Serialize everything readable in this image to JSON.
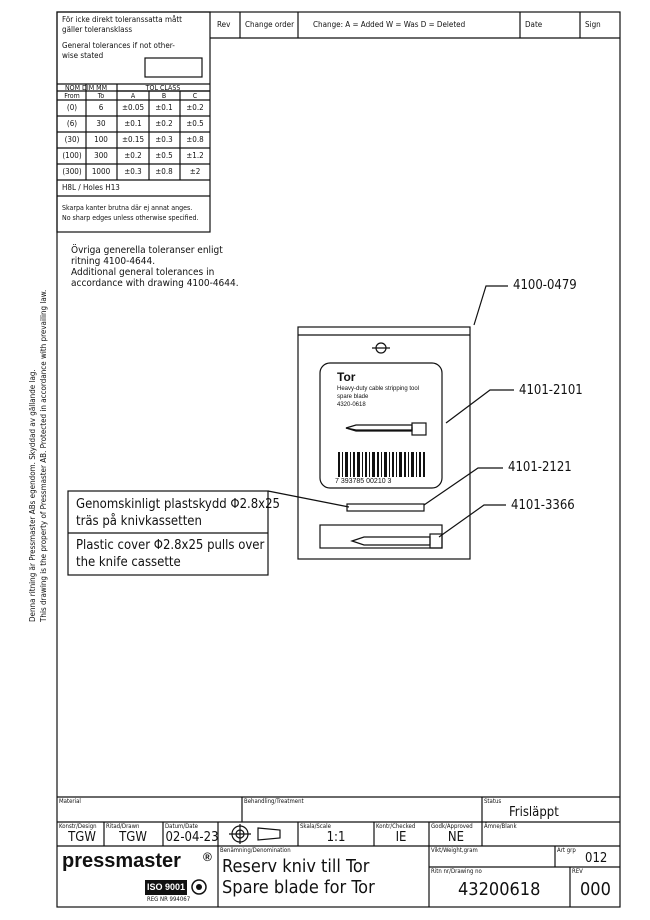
{
  "side_note": {
    "line1": "Denna ritning är Pressmaster ABs egendom. Skyddad av gällande lag.",
    "line2": "This drawing is the property of Pressmaster AB. Protected in accordance with prevailing law."
  },
  "tolerance_box": {
    "note_sv": [
      "För icke direkt toleranssatta mått",
      "gäller toleransklass"
    ],
    "note_en": [
      "General tolerances if not other-",
      "wise stated"
    ],
    "header_nom": "NOM DIM MM",
    "header_class": "TOL CLASS",
    "col_from": "From",
    "col_to": "To",
    "col_a": "A",
    "col_b": "B",
    "col_c": "C",
    "rows": [
      {
        "from": "(0)",
        "to": "6",
        "a": "±0.05",
        "b": "±0.1",
        "c": "±0.2"
      },
      {
        "from": "(6)",
        "to": "30",
        "a": "±0.1",
        "b": "±0.2",
        "c": "±0.5"
      },
      {
        "from": "(30)",
        "to": "100",
        "a": "±0.15",
        "b": "±0.3",
        "c": "±0.8"
      },
      {
        "from": "(100)",
        "to": "300",
        "a": "±0.2",
        "b": "±0.5",
        "c": "±1.2"
      },
      {
        "from": "(300)",
        "to": "1000",
        "a": "±0.3",
        "b": "±0.8",
        "c": "±2"
      }
    ],
    "holes": "H8L / Holes H13",
    "edges_sv": "Skarpa kanter brutna där ej annat anges.",
    "edges_en": "No sharp edges unless otherwise specified."
  },
  "revision_header": {
    "rev": "Rev",
    "change_order": "Change order",
    "change_legend": "Change:    A = Added    W = Was    D = Deleted",
    "date": "Date",
    "sign": "Sign"
  },
  "general_note": [
    "Övriga generella toleranser enligt",
    "ritning 4100-4644.",
    "Additional general tolerances in",
    "accordance with drawing 4100-4644."
  ],
  "callouts": {
    "c1": "4100-0479",
    "c2": "4101-2101",
    "c3": "4101-2121",
    "c4": "4101-3366"
  },
  "package_label": {
    "title": "Tor",
    "line1": "Heavy-duty cable stripping tool",
    "line2": "spare blade",
    "line3": "4320-0618",
    "barcode_digits": "7  393785  00210  3"
  },
  "note_box": {
    "sv1": "Genomskinligt plastskydd Φ2.8x25",
    "sv2": "träs på knivkassetten",
    "en1": "Plastic cover Φ2.8x25 pulls over",
    "en2": "the knife cassette"
  },
  "title_block": {
    "material_label": "Material",
    "treatment_label": "Behandling/Treatment",
    "status_label": "Status",
    "status_value": "Frisläppt",
    "design_label": "Konstr/Design",
    "design_value": "TGW",
    "drawn_label": "Ritad/Drawn",
    "drawn_value": "TGW",
    "date_label": "Datum/Date",
    "date_value": "02-04-23",
    "scale_label": "Skala/Scale",
    "scale_value": "1:1",
    "checked_label": "Kontr/Checked",
    "checked_value": "IE",
    "approved_label": "Godk/Approved",
    "approved_value": "NE",
    "blank_label": "Ämne/Blank",
    "denomination_label": "Benämning/Denomination",
    "title_sv": "Reserv kniv till Tor",
    "title_en": "Spare blade for Tor",
    "weight_label": "Vikt/Weight,gram",
    "art_grp_label": "Art grp",
    "art_grp_value": "012",
    "drawing_no_label": "Ritn nr/Drawing no",
    "drawing_no_value": "43200618",
    "rev_label": "REV",
    "rev_value": "000",
    "brand": "pressmaster",
    "brand_mark": "®",
    "iso": "ISO 9001",
    "reg": "REG NR 994067"
  }
}
